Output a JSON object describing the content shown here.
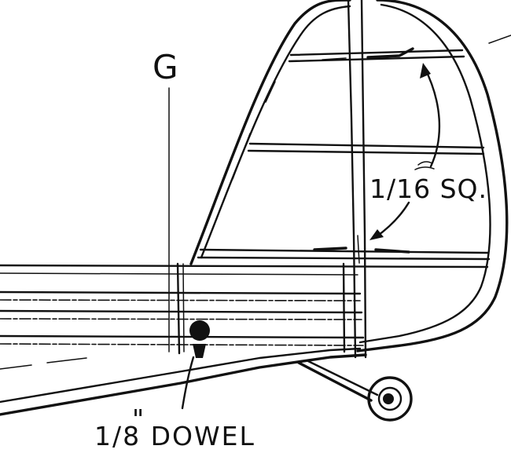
{
  "labels": {
    "station": "G",
    "rib_stock": "1/16 SQ.",
    "dowel": "1/8 DOWEL",
    "inch_mark": "\""
  },
  "colors": {
    "ink": "#111111",
    "paper": "#ffffff"
  }
}
